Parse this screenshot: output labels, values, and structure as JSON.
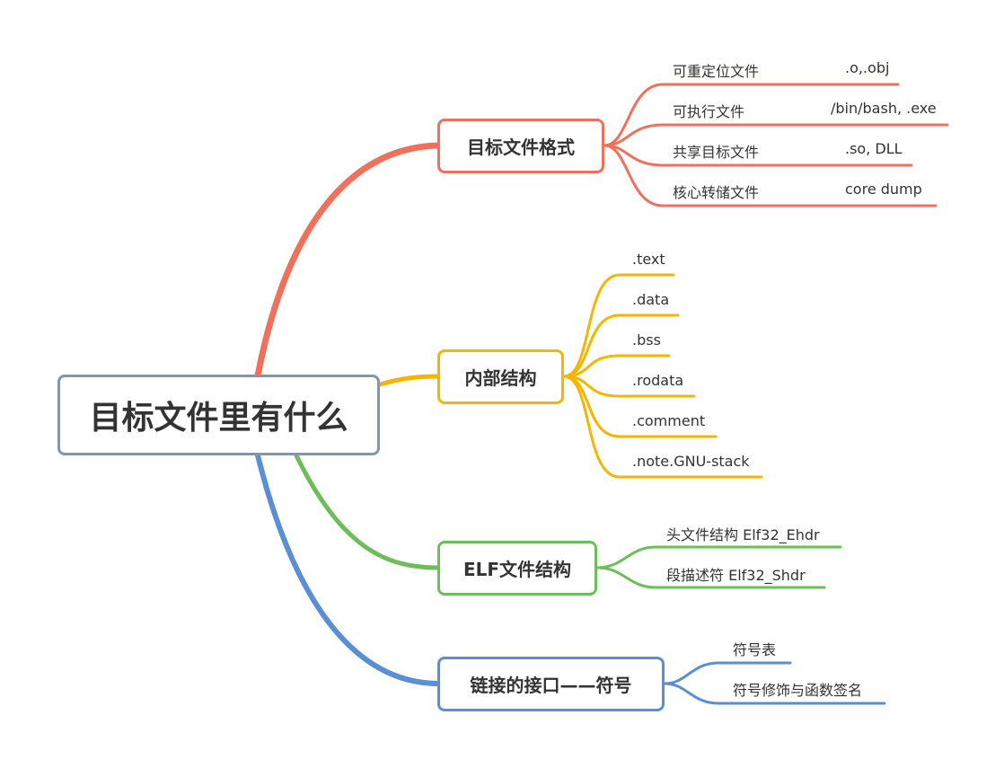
{
  "root": {
    "label": "目标文件里有什么"
  },
  "branches": [
    {
      "label": "目标文件格式",
      "color": "#f1705c",
      "items": [
        {
          "label": "可重定位文件",
          "value": ".o,.obj"
        },
        {
          "label": "可执行文件",
          "value": "/bin/bash, .exe"
        },
        {
          "label": "共享目标文件",
          "value": ".so, DLL"
        },
        {
          "label": "核心转储文件",
          "value": "core dump"
        }
      ]
    },
    {
      "label": "内部结构",
      "color": "#f7b500",
      "items": [
        {
          "label": ".text"
        },
        {
          "label": ".data"
        },
        {
          "label": ".bss"
        },
        {
          "label": ".rodata"
        },
        {
          "label": ".comment"
        },
        {
          "label": ".note.GNU-stack"
        }
      ]
    },
    {
      "label": "ELF文件结构",
      "color": "#6cbf58",
      "items": [
        {
          "label": "头文件结构  Elf32_Ehdr"
        },
        {
          "label": "段描述符  Elf32_Shdr"
        }
      ]
    },
    {
      "label": "链接的接口——符号",
      "color": "#5a8fd6",
      "items": [
        {
          "label": "符号表"
        },
        {
          "label": "符号修饰与函数签名"
        }
      ]
    }
  ],
  "root_border_color": "#8694a8"
}
